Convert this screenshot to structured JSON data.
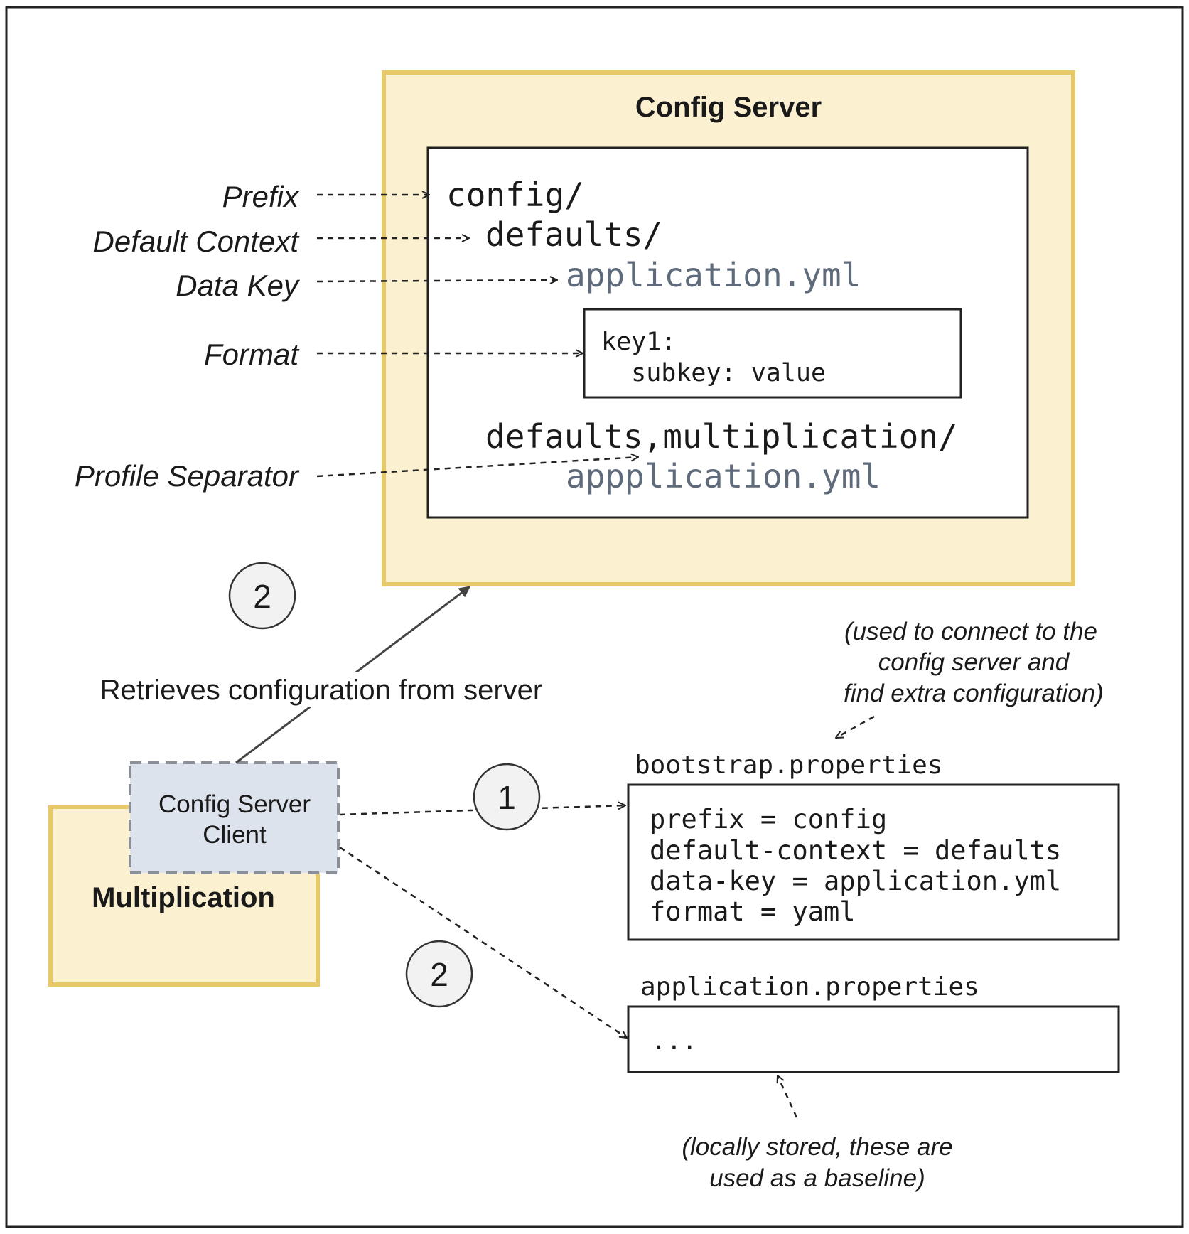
{
  "config_server": {
    "title": "Config Server",
    "tree": {
      "prefix_dir": "config/",
      "default_context_dir": "defaults/",
      "data_key_file": "application.yml",
      "format_content": [
        "key1:",
        "  subkey: value"
      ],
      "profile_dir": "defaults,multiplication/",
      "profile_file": "appplication.yml"
    }
  },
  "labels": {
    "prefix": "Prefix",
    "default_context": "Default Context",
    "data_key": "Data Key",
    "format": "Format",
    "profile_separator": "Profile Separator"
  },
  "multiplication": {
    "title": "Multiplication",
    "client_line1": "Config Server",
    "client_line2": "Client"
  },
  "steps": {
    "step_1": "1",
    "step_2": "2"
  },
  "retrieves_text": "Retrieves configuration from server",
  "bootstrap": {
    "filename": "bootstrap.properties",
    "lines": [
      "prefix = config",
      "default-context = defaults",
      "data-key = application.yml",
      "format = yaml"
    ],
    "note": [
      "(used to connect to the",
      "config server and",
      "find extra configuration)"
    ]
  },
  "application_props": {
    "filename": "application.properties",
    "content": "...",
    "note": [
      "(locally stored, these are",
      "used as a baseline)"
    ]
  },
  "colors": {
    "server_fill": "#FBF0D0",
    "server_border": "#E8C96A",
    "client_fill": "#DDE3EC",
    "client_border": "#8A8F98",
    "file_text": "#5F6B7A"
  }
}
